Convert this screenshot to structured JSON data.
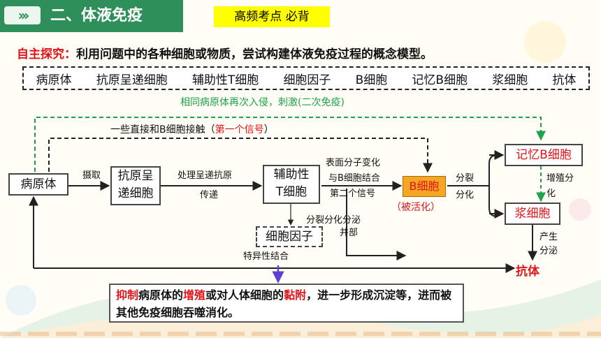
{
  "header": {
    "chevrons": "›››",
    "title": "二、体液免疫",
    "tag": "高频考点  必背"
  },
  "explore": {
    "label": "自主探究：",
    "text": "利用问题中的各种细胞或物质，尝试构建体液免疫过程的概念模型。"
  },
  "terms": [
    "病原体",
    "抗原呈递细胞",
    "辅助性T细胞",
    "细胞因子",
    "B细胞",
    "记忆B细胞",
    "浆细胞",
    "抗体"
  ],
  "diagram": {
    "secondary_label": "相同病原体再次入侵，刺激(二次免疫)",
    "direct_contact_label": "一些直接和B细胞接触（",
    "first_signal": "第一个信号",
    "direct_contact_close": "）",
    "nodes": {
      "pathogen": "病原体",
      "apc_line1": "抗原呈",
      "apc_line2": "递细胞",
      "th_line1": "辅助性",
      "th_line2": "T细胞",
      "b_cell": "B细胞",
      "activated": "（被活化）",
      "cytokine": "细胞因子",
      "memory_b": "记忆B细胞",
      "plasma": "浆细胞",
      "antibody": "抗体"
    },
    "edges": {
      "uptake": "摄取",
      "process_line1": "处理呈递抗原",
      "process_line2": "传递",
      "surface_line1": "表面分子变化",
      "surface_line2": "与B细胞结合",
      "second_signal": "第二个信号",
      "divide_secrete": "分裂分化分泌",
      "secrete_tail": "并部",
      "divide_line1": "分裂",
      "divide_line2": "分化",
      "proliferate_line1": "增殖分",
      "proliferate_line2": "化",
      "produce_line1": "产生",
      "produce_line2": "分泌",
      "specific_binding": "特异性结合"
    }
  },
  "note": {
    "w1": "抑制",
    "t1": "病原体的",
    "w2": "增殖",
    "t2": "或对人体细胞的",
    "w3": "黏附",
    "t3": "，进一步形成沉淀等，进而被其他免疫细胞吞噬消化。"
  },
  "colors": {
    "header_green": "#2f8f5a",
    "accent_red": "#e0141a",
    "accent_green": "#1fa34a",
    "tag_yellow": "#ffff00",
    "b_cell_fill": "#f5a623"
  }
}
